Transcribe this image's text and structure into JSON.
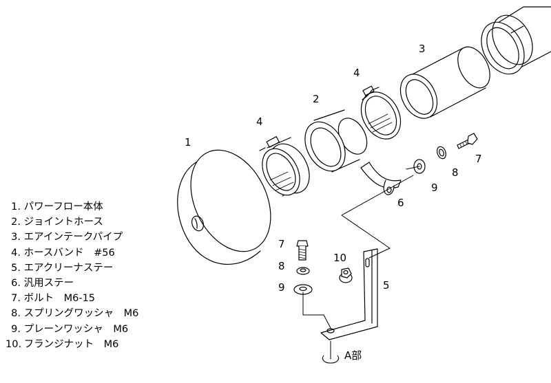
{
  "callouts": {
    "c1": "1",
    "c2": "2",
    "c3": "3",
    "c4a": "4",
    "c4b": "4",
    "c5": "5",
    "c6": "6",
    "c7a": "7",
    "c7b": "7",
    "c8a": "8",
    "c8b": "8",
    "c9a": "9",
    "c9b": "9",
    "c10": "10"
  },
  "detail_label": "A部",
  "parts": [
    {
      "num": "1.",
      "name": "パワーフロー本体"
    },
    {
      "num": "2.",
      "name": "ジョイントホース"
    },
    {
      "num": "3.",
      "name": "エアインテークパイプ"
    },
    {
      "num": "4.",
      "name": "ホースバンド　#56"
    },
    {
      "num": "5.",
      "name": "エアクリーナステー"
    },
    {
      "num": "6.",
      "name": "汎用ステー"
    },
    {
      "num": "7.",
      "name": "ボルト　M6-15"
    },
    {
      "num": "8.",
      "name": "スプリングワッシャ　M6"
    },
    {
      "num": "9.",
      "name": "プレーンワッシャ　M6"
    },
    {
      "num": "10.",
      "name": "フランジナット　M6"
    }
  ]
}
